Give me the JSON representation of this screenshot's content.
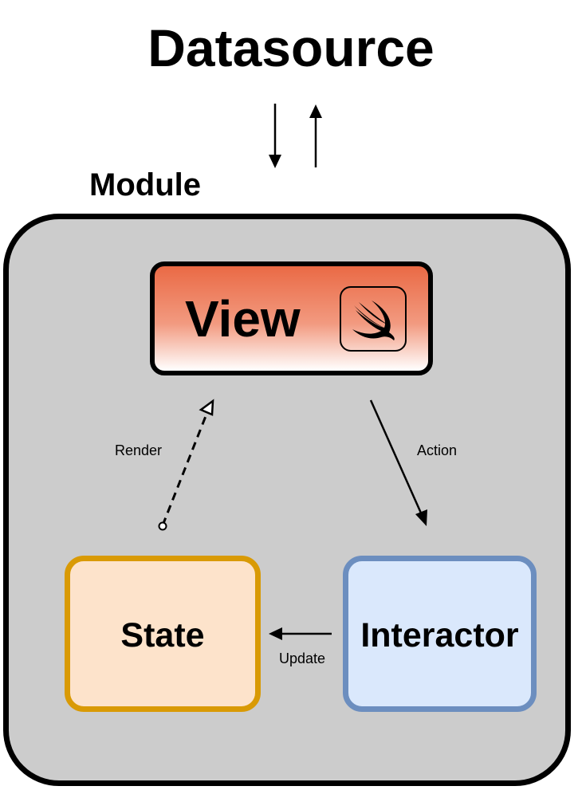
{
  "title": "Datasource",
  "module": {
    "label": "Module",
    "view": {
      "label": "View",
      "icon": "swift-icon"
    },
    "state": {
      "label": "State"
    },
    "interactor": {
      "label": "Interactor"
    }
  },
  "edges": {
    "render": "Render",
    "action": "Action",
    "update": "Update"
  },
  "colors": {
    "module_fill": "#cccccc",
    "view_gradient_top": "#ea6a45",
    "state_border": "#d99a05",
    "state_fill": "#fde3cb",
    "interactor_border": "#6c8ebf",
    "interactor_fill": "#dae8fc"
  }
}
